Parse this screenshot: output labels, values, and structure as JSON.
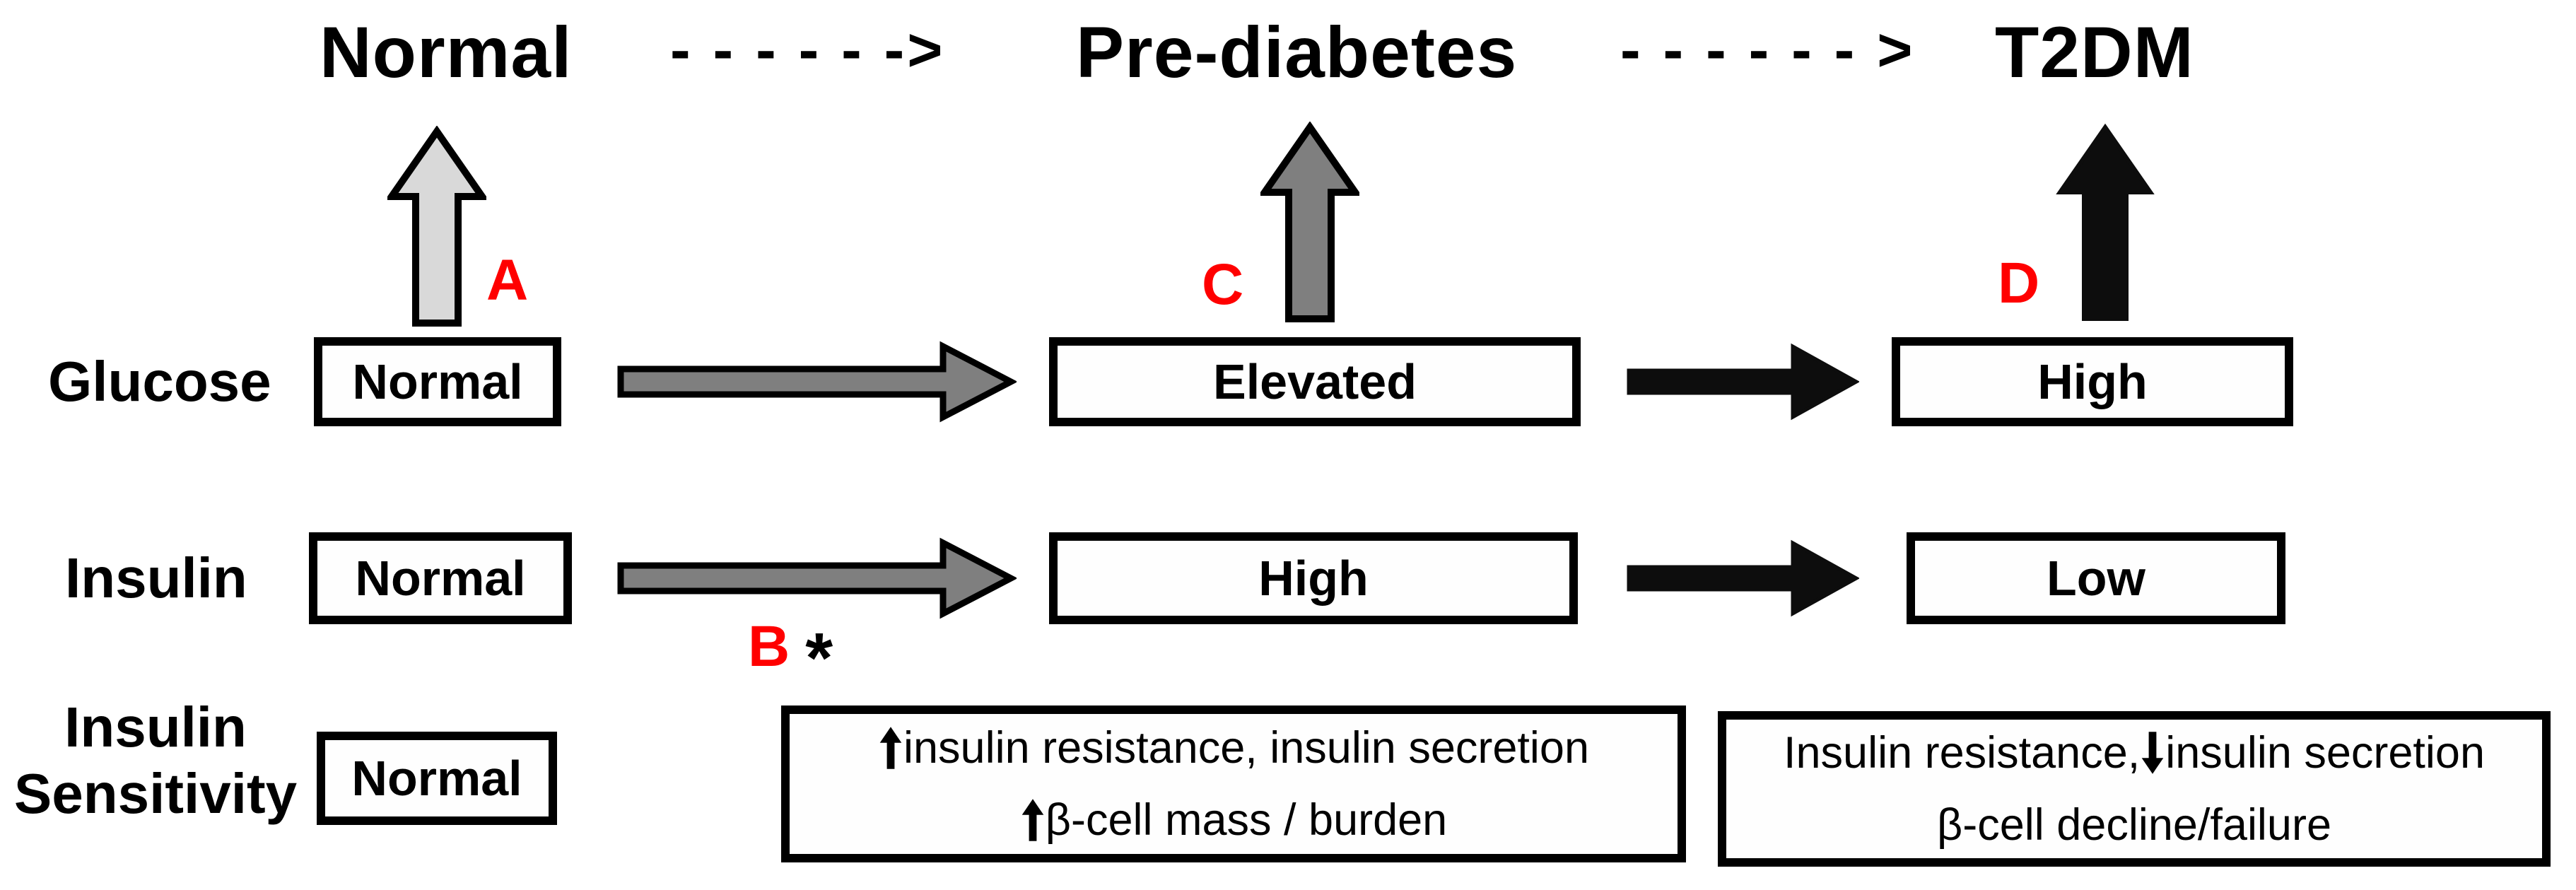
{
  "header": {
    "stage_normal": "Normal",
    "dashed_arrow_1": "- - - - - ->",
    "stage_prediabetes": "Pre-diabetes",
    "dashed_arrow_2": "- - - - - - >",
    "stage_t2dm": "T2DM"
  },
  "markers": {
    "a": "A",
    "b": "B",
    "b_star": "*",
    "c": "C",
    "d": "D"
  },
  "rows": {
    "glucose": {
      "label": "Glucose",
      "normal": "Normal",
      "prediabetes": "Elevated",
      "t2dm": "High"
    },
    "insulin": {
      "label": "Insulin",
      "normal": "Normal",
      "prediabetes": "High",
      "t2dm": "Low"
    },
    "insulin_sensitivity": {
      "label_line1": "Insulin",
      "label_line2": "Sensitivity",
      "normal": "Normal"
    }
  },
  "notes": {
    "prediabetes_box": {
      "line1_text": "insulin resistance, insulin secretion",
      "line2_text": "β-cell mass / burden"
    },
    "t2dm_box": {
      "line1_text_before": "Insulin resistance,",
      "line1_text_after": "insulin secretion",
      "line2_text": "β-cell decline/failure"
    }
  },
  "colors": {
    "arrow_light": "#d9d9d9",
    "arrow_mid": "#7f7f7f",
    "arrow_dark": "#0d0d0d",
    "marker_red": "#ff0000",
    "outline": "#000000"
  }
}
